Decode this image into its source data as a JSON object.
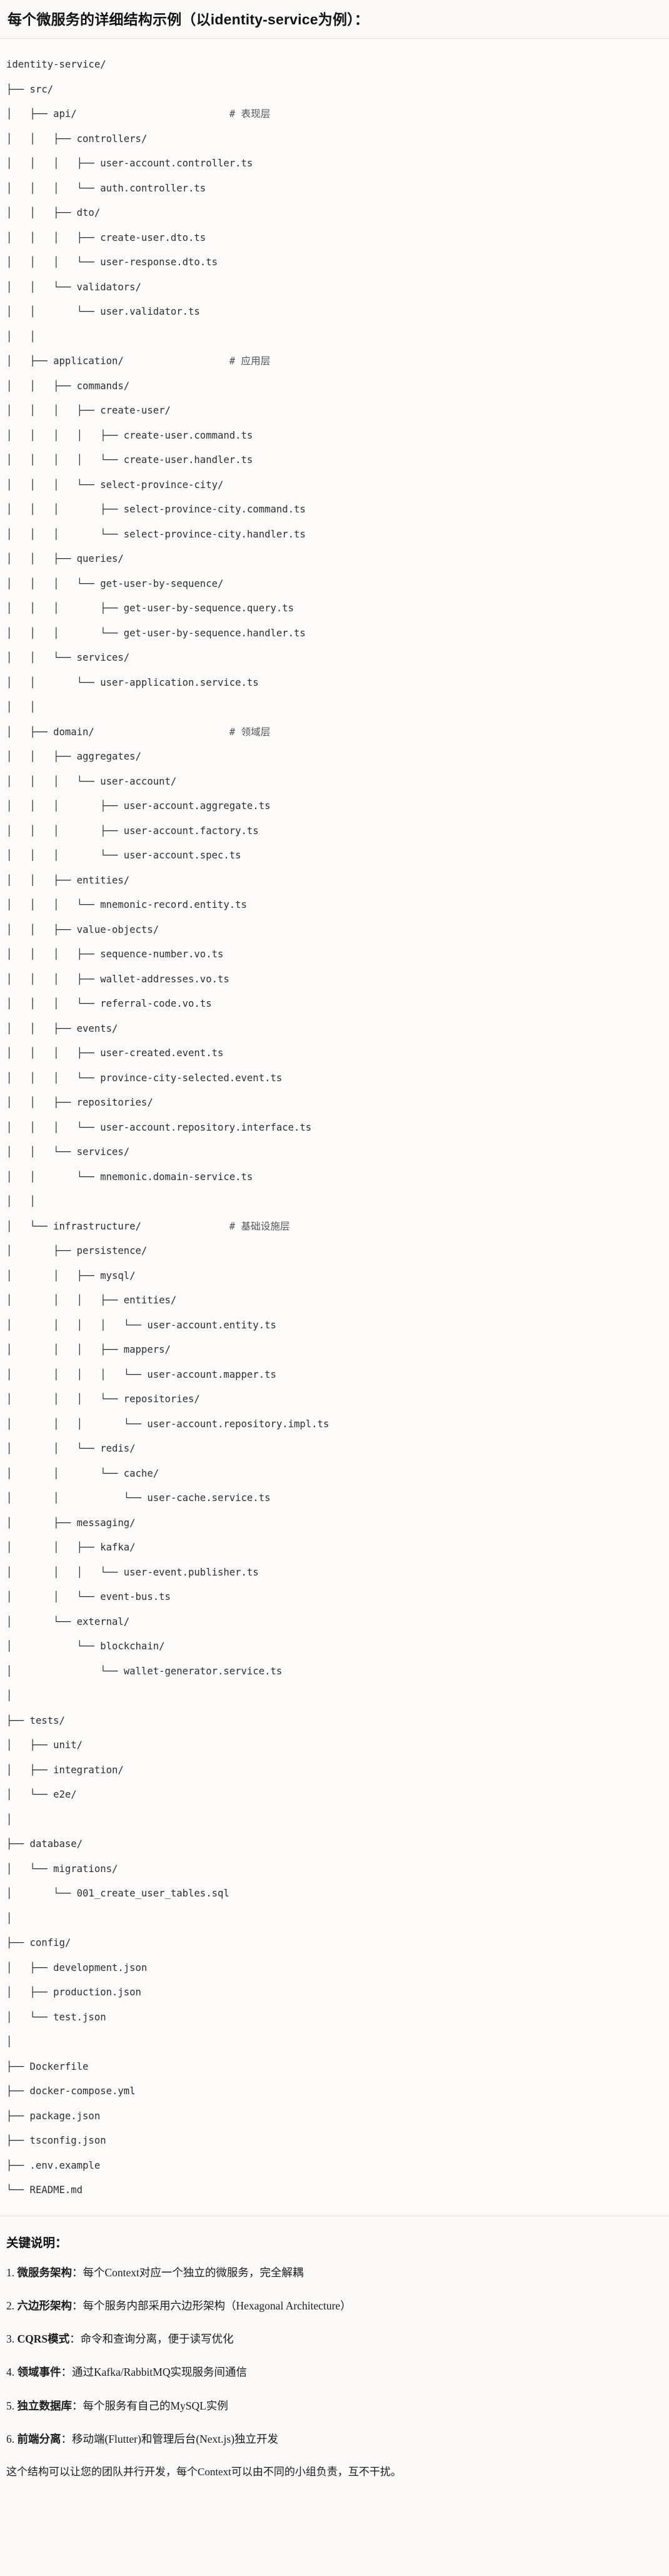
{
  "heading": "每个微服务的详细结构示例（以identity-service为例）：",
  "tree": {
    "root": "identity-service/",
    "lines": [
      {
        "prefix": "",
        "text": "identity-service/",
        "comment": ""
      },
      {
        "prefix": "├── ",
        "text": "src/",
        "comment": ""
      },
      {
        "prefix": "│   ├── ",
        "text": "api/",
        "comment": "# 表现层"
      },
      {
        "prefix": "│   │   ├── ",
        "text": "controllers/",
        "comment": ""
      },
      {
        "prefix": "│   │   │   ├── ",
        "text": "user-account.controller.ts",
        "comment": ""
      },
      {
        "prefix": "│   │   │   └── ",
        "text": "auth.controller.ts",
        "comment": ""
      },
      {
        "prefix": "│   │   ├── ",
        "text": "dto/",
        "comment": ""
      },
      {
        "prefix": "│   │   │   ├── ",
        "text": "create-user.dto.ts",
        "comment": ""
      },
      {
        "prefix": "│   │   │   └── ",
        "text": "user-response.dto.ts",
        "comment": ""
      },
      {
        "prefix": "│   │   └── ",
        "text": "validators/",
        "comment": ""
      },
      {
        "prefix": "│   │       └── ",
        "text": "user.validator.ts",
        "comment": ""
      },
      {
        "prefix": "│   │",
        "text": "",
        "comment": ""
      },
      {
        "prefix": "│   ├── ",
        "text": "application/",
        "comment": "# 应用层"
      },
      {
        "prefix": "│   │   ├── ",
        "text": "commands/",
        "comment": ""
      },
      {
        "prefix": "│   │   │   ├── ",
        "text": "create-user/",
        "comment": ""
      },
      {
        "prefix": "│   │   │   │   ├── ",
        "text": "create-user.command.ts",
        "comment": ""
      },
      {
        "prefix": "│   │   │   │   └── ",
        "text": "create-user.handler.ts",
        "comment": ""
      },
      {
        "prefix": "│   │   │   └── ",
        "text": "select-province-city/",
        "comment": ""
      },
      {
        "prefix": "│   │   │       ├── ",
        "text": "select-province-city.command.ts",
        "comment": ""
      },
      {
        "prefix": "│   │   │       └── ",
        "text": "select-province-city.handler.ts",
        "comment": ""
      },
      {
        "prefix": "│   │   ├── ",
        "text": "queries/",
        "comment": ""
      },
      {
        "prefix": "│   │   │   └── ",
        "text": "get-user-by-sequence/",
        "comment": ""
      },
      {
        "prefix": "│   │   │       ├── ",
        "text": "get-user-by-sequence.query.ts",
        "comment": ""
      },
      {
        "prefix": "│   │   │       └── ",
        "text": "get-user-by-sequence.handler.ts",
        "comment": ""
      },
      {
        "prefix": "│   │   └── ",
        "text": "services/",
        "comment": ""
      },
      {
        "prefix": "│   │       └── ",
        "text": "user-application.service.ts",
        "comment": ""
      },
      {
        "prefix": "│   │",
        "text": "",
        "comment": ""
      },
      {
        "prefix": "│   ├── ",
        "text": "domain/",
        "comment": "# 领域层"
      },
      {
        "prefix": "│   │   ├── ",
        "text": "aggregates/",
        "comment": ""
      },
      {
        "prefix": "│   │   │   └── ",
        "text": "user-account/",
        "comment": ""
      },
      {
        "prefix": "│   │   │       ├── ",
        "text": "user-account.aggregate.ts",
        "comment": ""
      },
      {
        "prefix": "│   │   │       ├── ",
        "text": "user-account.factory.ts",
        "comment": ""
      },
      {
        "prefix": "│   │   │       └── ",
        "text": "user-account.spec.ts",
        "comment": ""
      },
      {
        "prefix": "│   │   ├── ",
        "text": "entities/",
        "comment": ""
      },
      {
        "prefix": "│   │   │   └── ",
        "text": "mnemonic-record.entity.ts",
        "comment": ""
      },
      {
        "prefix": "│   │   ├── ",
        "text": "value-objects/",
        "comment": ""
      },
      {
        "prefix": "│   │   │   ├── ",
        "text": "sequence-number.vo.ts",
        "comment": ""
      },
      {
        "prefix": "│   │   │   ├── ",
        "text": "wallet-addresses.vo.ts",
        "comment": ""
      },
      {
        "prefix": "│   │   │   └── ",
        "text": "referral-code.vo.ts",
        "comment": ""
      },
      {
        "prefix": "│   │   ├── ",
        "text": "events/",
        "comment": ""
      },
      {
        "prefix": "│   │   │   ├── ",
        "text": "user-created.event.ts",
        "comment": ""
      },
      {
        "prefix": "│   │   │   └── ",
        "text": "province-city-selected.event.ts",
        "comment": ""
      },
      {
        "prefix": "│   │   ├── ",
        "text": "repositories/",
        "comment": ""
      },
      {
        "prefix": "│   │   │   └── ",
        "text": "user-account.repository.interface.ts",
        "comment": ""
      },
      {
        "prefix": "│   │   └── ",
        "text": "services/",
        "comment": ""
      },
      {
        "prefix": "│   │       └── ",
        "text": "mnemonic.domain-service.ts",
        "comment": ""
      },
      {
        "prefix": "│   │",
        "text": "",
        "comment": ""
      },
      {
        "prefix": "│   └── ",
        "text": "infrastructure/",
        "comment": "# 基础设施层"
      },
      {
        "prefix": "│       ├── ",
        "text": "persistence/",
        "comment": ""
      },
      {
        "prefix": "│       │   ├── ",
        "text": "mysql/",
        "comment": ""
      },
      {
        "prefix": "│       │   │   ├── ",
        "text": "entities/",
        "comment": ""
      },
      {
        "prefix": "│       │   │   │   └── ",
        "text": "user-account.entity.ts",
        "comment": ""
      },
      {
        "prefix": "│       │   │   ├── ",
        "text": "mappers/",
        "comment": ""
      },
      {
        "prefix": "│       │   │   │   └── ",
        "text": "user-account.mapper.ts",
        "comment": ""
      },
      {
        "prefix": "│       │   │   └── ",
        "text": "repositories/",
        "comment": ""
      },
      {
        "prefix": "│       │   │       └── ",
        "text": "user-account.repository.impl.ts",
        "comment": ""
      },
      {
        "prefix": "│       │   └── ",
        "text": "redis/",
        "comment": ""
      },
      {
        "prefix": "│       │       └── ",
        "text": "cache/",
        "comment": ""
      },
      {
        "prefix": "│       │           └── ",
        "text": "user-cache.service.ts",
        "comment": ""
      },
      {
        "prefix": "│       ├── ",
        "text": "messaging/",
        "comment": ""
      },
      {
        "prefix": "│       │   ├── ",
        "text": "kafka/",
        "comment": ""
      },
      {
        "prefix": "│       │   │   └── ",
        "text": "user-event.publisher.ts",
        "comment": ""
      },
      {
        "prefix": "│       │   └── ",
        "text": "event-bus.ts",
        "comment": ""
      },
      {
        "prefix": "│       └── ",
        "text": "external/",
        "comment": ""
      },
      {
        "prefix": "│           └── ",
        "text": "blockchain/",
        "comment": ""
      },
      {
        "prefix": "│               └── ",
        "text": "wallet-generator.service.ts",
        "comment": ""
      },
      {
        "prefix": "│",
        "text": "",
        "comment": ""
      },
      {
        "prefix": "├── ",
        "text": "tests/",
        "comment": ""
      },
      {
        "prefix": "│   ├── ",
        "text": "unit/",
        "comment": ""
      },
      {
        "prefix": "│   ├── ",
        "text": "integration/",
        "comment": ""
      },
      {
        "prefix": "│   └── ",
        "text": "e2e/",
        "comment": ""
      },
      {
        "prefix": "│",
        "text": "",
        "comment": ""
      },
      {
        "prefix": "├── ",
        "text": "database/",
        "comment": ""
      },
      {
        "prefix": "│   └── ",
        "text": "migrations/",
        "comment": ""
      },
      {
        "prefix": "│       └── ",
        "text": "001_create_user_tables.sql",
        "comment": ""
      },
      {
        "prefix": "│",
        "text": "",
        "comment": ""
      },
      {
        "prefix": "├── ",
        "text": "config/",
        "comment": ""
      },
      {
        "prefix": "│   ├── ",
        "text": "development.json",
        "comment": ""
      },
      {
        "prefix": "│   ├── ",
        "text": "production.json",
        "comment": ""
      },
      {
        "prefix": "│   └── ",
        "text": "test.json",
        "comment": ""
      },
      {
        "prefix": "│",
        "text": "",
        "comment": ""
      },
      {
        "prefix": "├── ",
        "text": "Dockerfile",
        "comment": ""
      },
      {
        "prefix": "├── ",
        "text": "docker-compose.yml",
        "comment": ""
      },
      {
        "prefix": "├── ",
        "text": "package.json",
        "comment": ""
      },
      {
        "prefix": "├── ",
        "text": "tsconfig.json",
        "comment": ""
      },
      {
        "prefix": "├── ",
        "text": ".env.example",
        "comment": ""
      },
      {
        "prefix": "└── ",
        "text": "README.md",
        "comment": ""
      }
    ],
    "comment_column": 38
  },
  "notes": {
    "title": "关键说明：",
    "items": [
      {
        "num": "1.",
        "term": "微服务架构",
        "sep": "：",
        "desc": "每个Context对应一个独立的微服务，完全解耦"
      },
      {
        "num": "2.",
        "term": "六边形架构",
        "sep": "：",
        "desc": "每个服务内部采用六边形架构（Hexagonal Architecture）"
      },
      {
        "num": "3.",
        "term": "CQRS模式",
        "sep": "：",
        "desc": "命令和查询分离，便于读写优化"
      },
      {
        "num": "4.",
        "term": "领域事件",
        "sep": "：",
        "desc": "通过Kafka/RabbitMQ实现服务间通信"
      },
      {
        "num": "5.",
        "term": "独立数据库",
        "sep": "：",
        "desc": "每个服务有自己的MySQL实例"
      },
      {
        "num": "6.",
        "term": "前端分离",
        "sep": "：",
        "desc": "移动端(Flutter)和管理后台(Next.js)独立开发"
      }
    ],
    "footer": "这个结构可以让您的团队并行开发，每个Context可以由不同的小组负责，互不干扰。"
  },
  "colors": {
    "page_bg": "#fbfaf8",
    "code_bg": "#fcfbf9",
    "text": "#1b1b1b",
    "code_text": "#2d2d2d",
    "comment_text": "#555555",
    "rule": "#e3e0dc"
  }
}
